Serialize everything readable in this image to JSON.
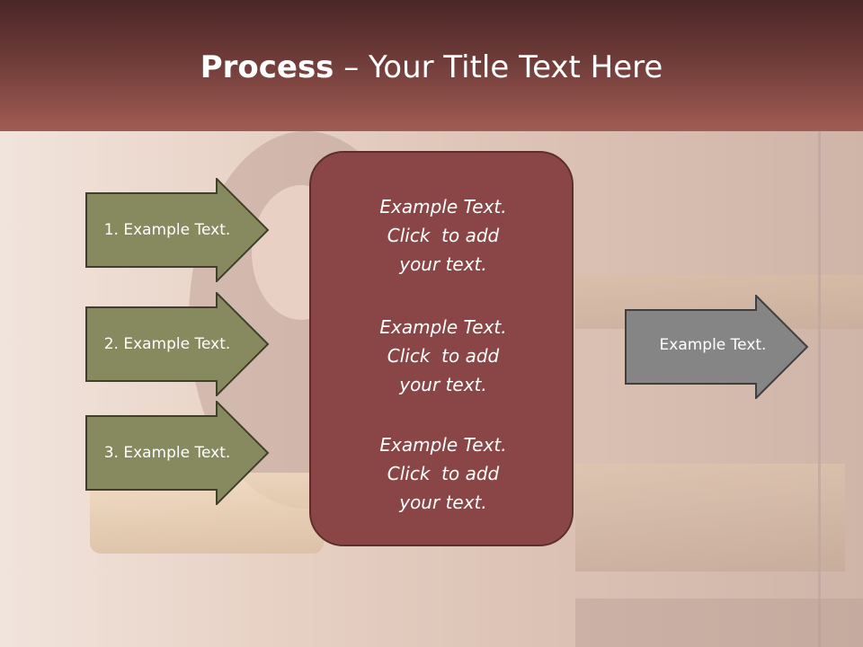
{
  "title": {
    "bold": "Process",
    "rest": " – Your Title Text Here"
  },
  "left_arrows": [
    {
      "label": "1. Example Text."
    },
    {
      "label": "2. Example Text."
    },
    {
      "label": "3. Example Text."
    }
  ],
  "center_box": {
    "blocks": [
      {
        "lines": [
          "Example Text.",
          "Click  to add",
          "your text."
        ]
      },
      {
        "lines": [
          "Example Text.",
          "Click  to add",
          "your text."
        ]
      },
      {
        "lines": [
          "Example Text.",
          "Click  to add",
          "your text."
        ]
      }
    ]
  },
  "right_arrow": {
    "label": "Example Text."
  },
  "colors": {
    "header_dark": "#4a2727",
    "header_light": "#a05c54",
    "arrow_fill": "#868a5e",
    "arrow_stroke": "#3f3f2a",
    "center_fill": "#8a4646",
    "right_arrow_fill": "#858585"
  }
}
